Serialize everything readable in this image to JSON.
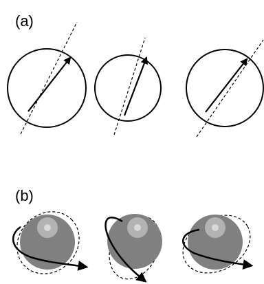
{
  "panels": {
    "a": {
      "label": "(a)",
      "circles": [
        {
          "axis_angle_deg": 58
        },
        {
          "axis_angle_deg": 68
        },
        {
          "axis_angle_deg": 52
        }
      ]
    },
    "b": {
      "label": "(b)",
      "spheres": [
        {
          "rotation_ring": "elliptical-orbit"
        },
        {
          "rotation_ring": "elliptical-orbit"
        },
        {
          "rotation_ring": "elliptical-orbit"
        }
      ]
    }
  },
  "colors": {
    "stroke": "#000000",
    "sphere_fill": "#808080",
    "sphere_highlight": "#b3b3b3",
    "sphere_spot": "#d9d9d9"
  }
}
